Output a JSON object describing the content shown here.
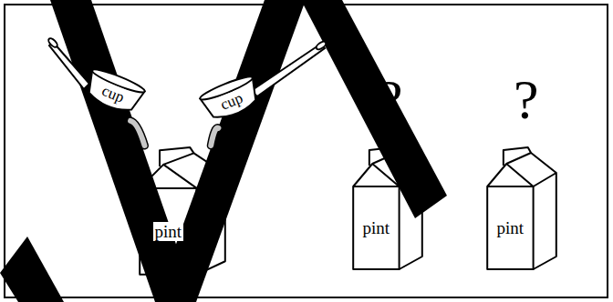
{
  "diagram": {
    "nodes": [
      {
        "text": [
          "cup"
        ]
      },
      {
        "text": [
          "cup"
        ]
      },
      {
        "text": [
          "pint"
        ]
      },
      {
        "text": [
          "pint"
        ]
      },
      {
        "text": [
          "pint"
        ]
      }
    ],
    "edges": [
      {
        "from": 0,
        "to": 2,
        "arrow": "none"
      },
      {
        "from": 1,
        "to": 2,
        "arrow": "none"
      }
    ],
    "labels": [
      "?",
      "?"
    ]
  }
}
